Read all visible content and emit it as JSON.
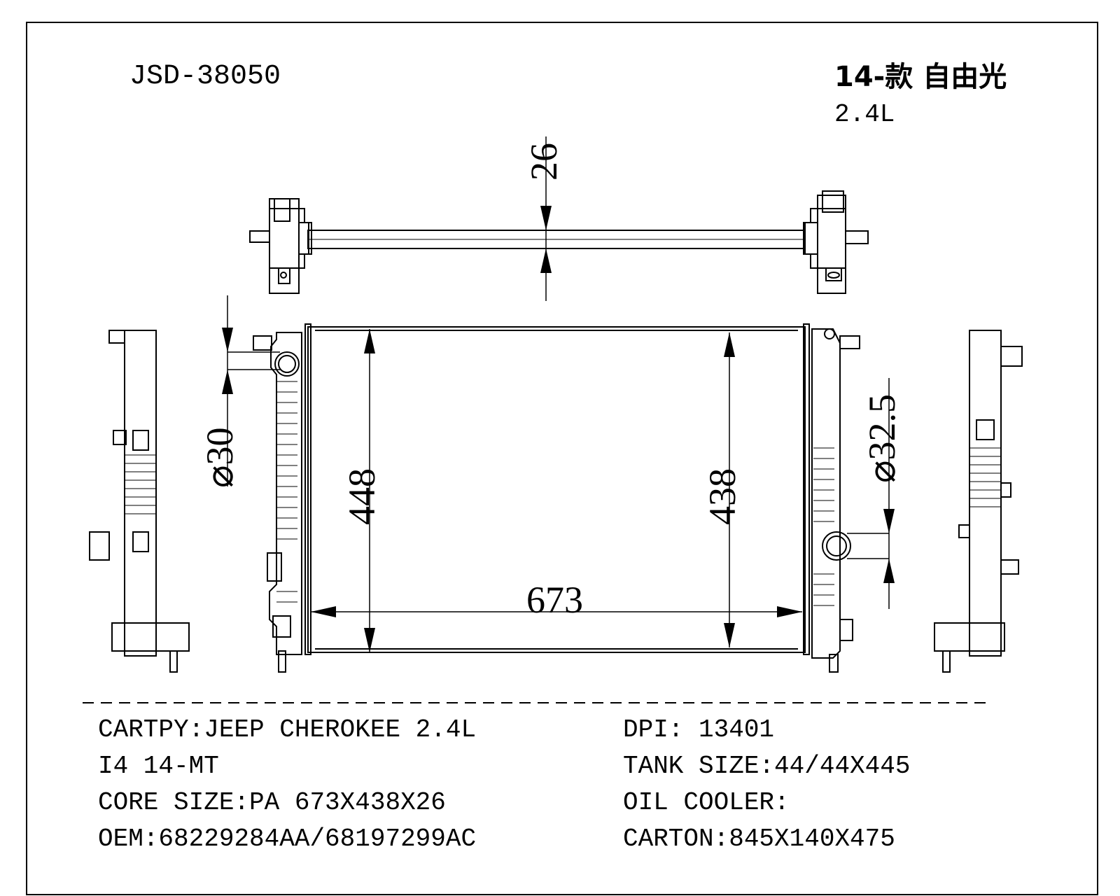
{
  "model": "JSD-38050",
  "title_lines": [
    "14-款 自由光",
    "2.4L"
  ],
  "dimensions": {
    "thickness": "26",
    "inlet_dia": "⌀30",
    "outlet_dia": "⌀32.5",
    "height_total": "448",
    "height_core": "438",
    "width_core": "673"
  },
  "specs_left": [
    "CARTPY:JEEP CHEROKEE 2.4L",
    "I4 14-MT",
    "CORE SIZE:PA 673X438X26",
    "OEM:68229284AA/68197299AC"
  ],
  "specs_right": [
    "DPI: 13401",
    "TANK SIZE:44/44X445",
    "OIL COOLER:",
    "CARTON:845X140X475"
  ]
}
